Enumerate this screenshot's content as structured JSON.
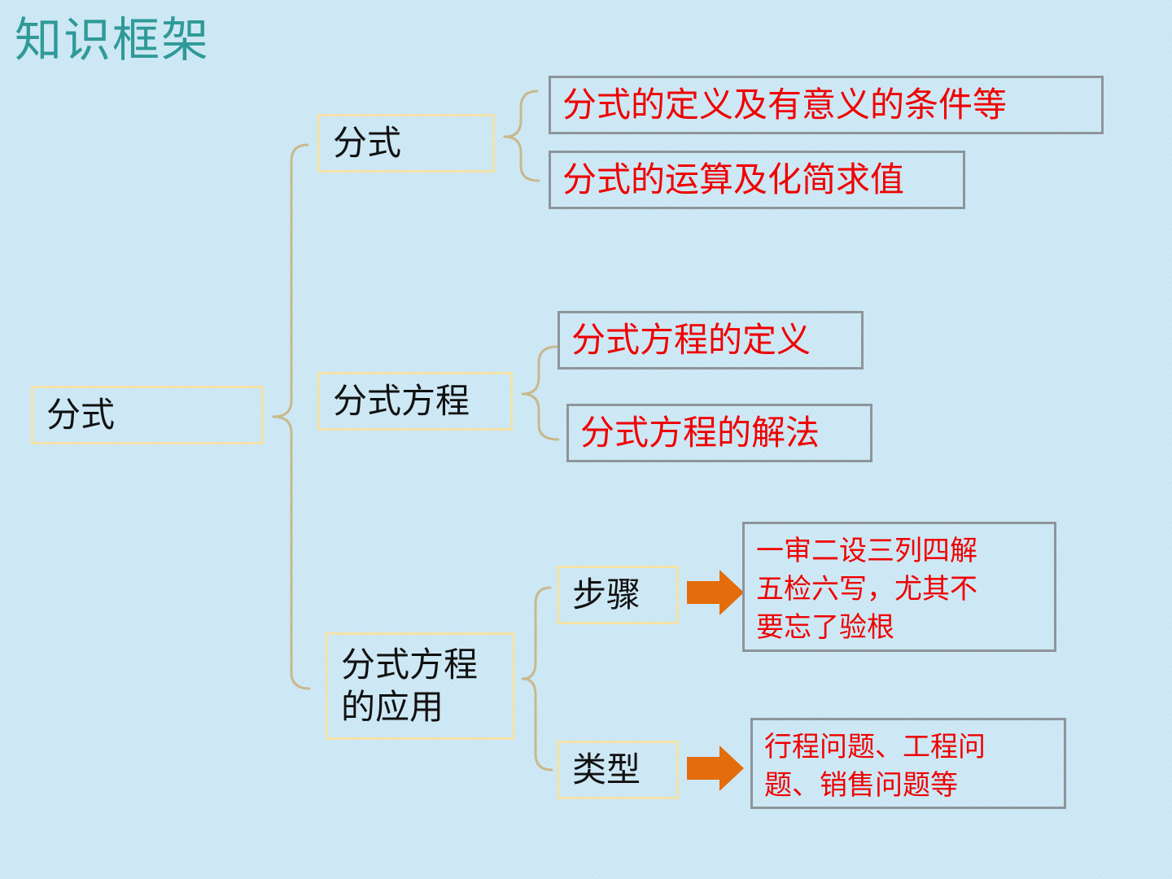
{
  "title": "知识框架",
  "root": {
    "label": "分式"
  },
  "branches": [
    {
      "label": "分式",
      "children": [
        "分式的定义及有意义的条件等",
        "分式的运算及化简求值"
      ]
    },
    {
      "label": "分式方程",
      "children": [
        "分式方程的定义",
        "分式方程的解法"
      ]
    },
    {
      "label": "分式方程\n的应用",
      "children": [
        {
          "label": "步骤",
          "detail": "一审二设三列四解\n五检六写，尤其不\n要忘了验根"
        },
        {
          "label": "类型",
          "detail": "行程问题、工程问\n题、销售问题等"
        }
      ]
    }
  ],
  "colors": {
    "background": "#cde8f5",
    "title": "#2f9a98",
    "gold_border": "#f3e1a6",
    "grey_border": "#8d959b",
    "leaf_text": "#f00000",
    "connector": "#c8b98e",
    "arrow": "#e46c0a"
  }
}
